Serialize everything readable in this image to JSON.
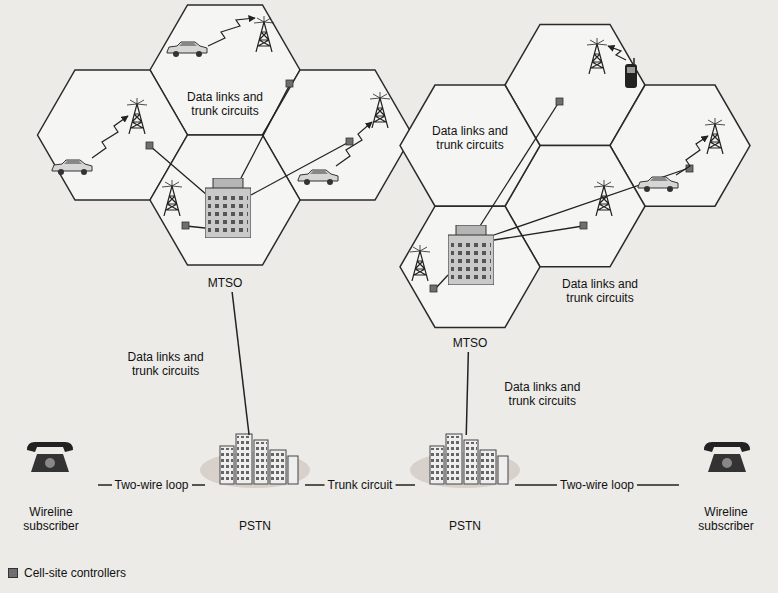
{
  "diagram": {
    "nodes": [
      {
        "text": [
          "MTSO"
        ]
      },
      {
        "text": [
          "MTSO"
        ]
      },
      {
        "text": [
          "Wireline subscriber"
        ]
      },
      {
        "text": [
          "PSTN"
        ]
      },
      {
        "text": [
          "PSTN"
        ]
      },
      {
        "text": [
          "Wireline subscriber"
        ]
      }
    ],
    "edges": [
      {
        "from": 0,
        "to": 3,
        "label": "Data links and trunk circuits",
        "arrow": "none"
      },
      {
        "from": 1,
        "to": 4,
        "label": "Data links and trunk circuits",
        "arrow": "none"
      },
      {
        "from": 2,
        "to": 3,
        "label": "Two-wire loop",
        "arrow": "none"
      },
      {
        "from": 3,
        "to": 4,
        "label": "Trunk circuit",
        "arrow": "none"
      },
      {
        "from": 4,
        "to": 5,
        "label": "Two-wire loop",
        "arrow": "none"
      }
    ],
    "labels": [
      "Data links and trunk circuits",
      "Data links and trunk circuits",
      "Data links and trunk circuits"
    ],
    "legend": [
      {
        "text": "Cell-site controllers",
        "color": "#6f6f6f"
      }
    ]
  }
}
